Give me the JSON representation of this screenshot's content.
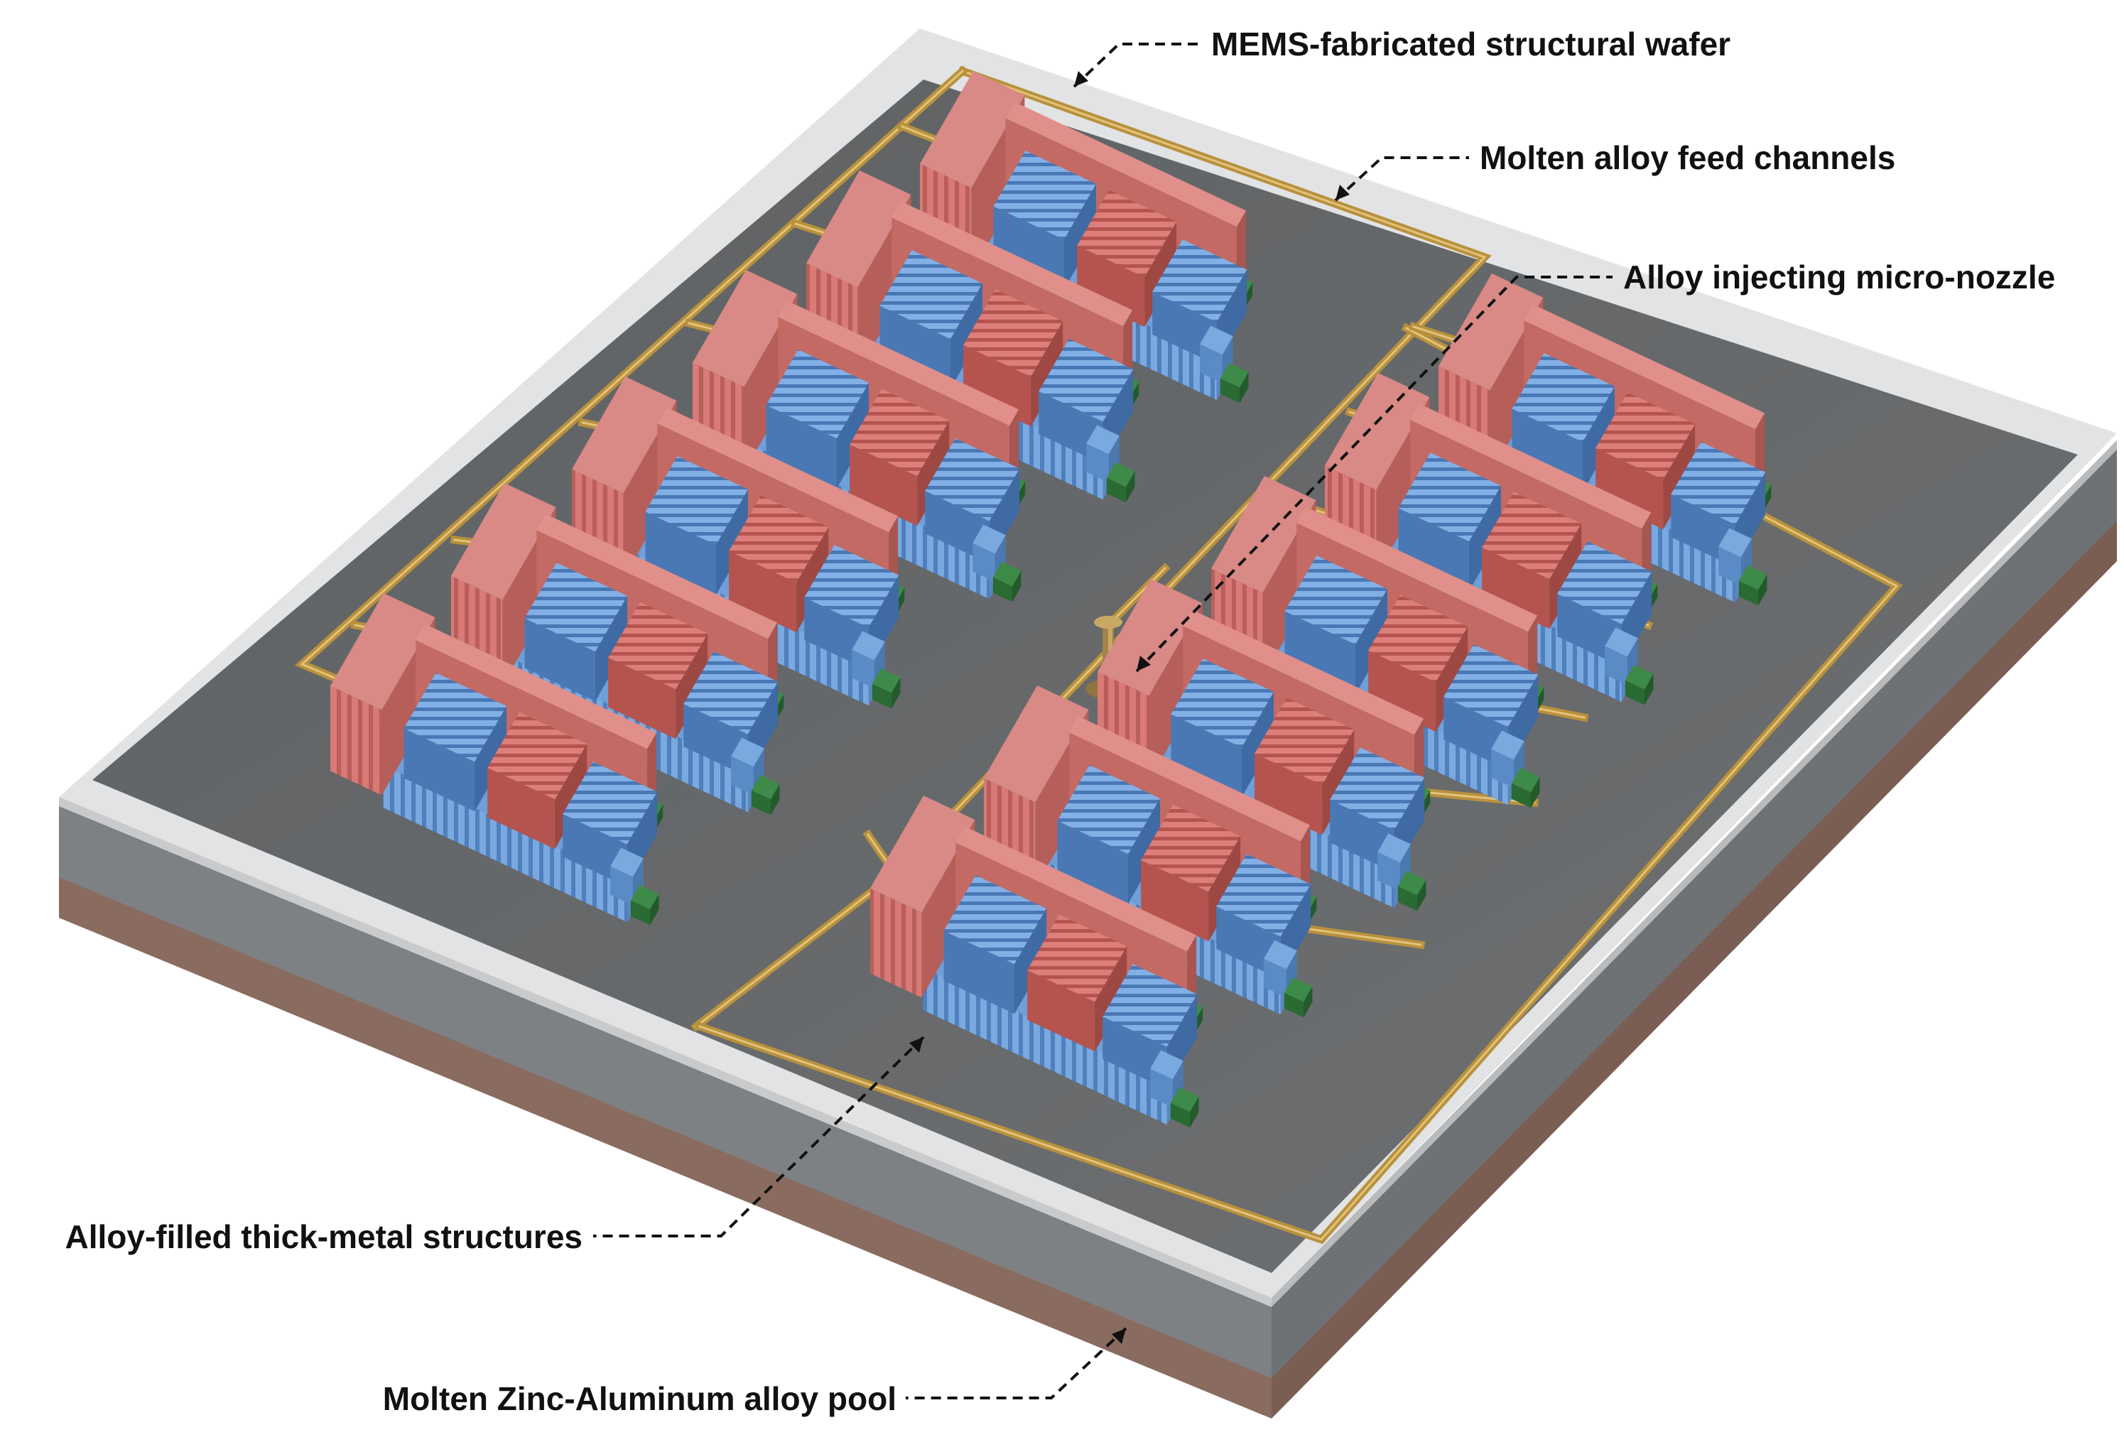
{
  "labels": {
    "wafer": "MEMS-fabricated structural wafer",
    "feed_channels": "Molten alloy feed channels",
    "nozzle": "Alloy injecting micro-nozzle",
    "structures": "Alloy-filled thick-metal structures",
    "pool": "Molten Zinc-Aluminum alloy pool"
  },
  "colors": {
    "wafer_glass": "#dcdde0",
    "wafer_top": "#6a6c6e",
    "pool_edge": "#8a6e62",
    "channel_gold": "#b8913d",
    "structure_red": "#cf7470",
    "structure_blue": "#6f9ed8",
    "structure_green": "#2f7a3b"
  }
}
